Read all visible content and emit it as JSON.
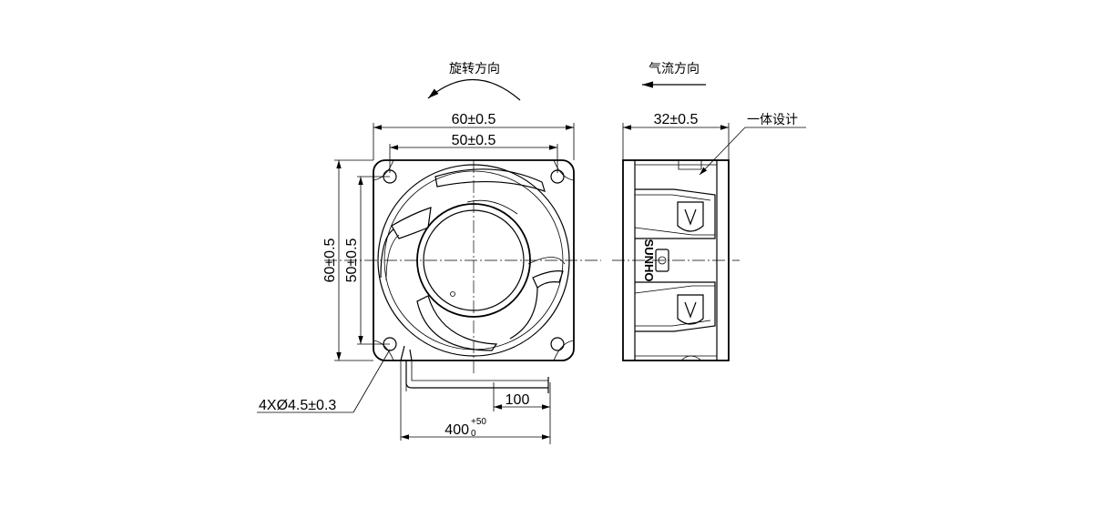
{
  "labels": {
    "rotation_direction": "旋转方向",
    "airflow_direction": "气流方向",
    "one_piece_design": "一体设计"
  },
  "dimensions": {
    "overall_width": "60±0.5",
    "hole_spacing_width": "50±0.5",
    "overall_height": "60±0.5",
    "hole_spacing_height": "50±0.5",
    "depth": "32±0.5",
    "mounting_holes": "4XØ4.5±0.3",
    "lead_strip": "100",
    "lead_length_base": "400",
    "lead_length_upper_tol": "+50",
    "lead_length_lower_tol": "0"
  },
  "brand_logo": "SUNHO"
}
